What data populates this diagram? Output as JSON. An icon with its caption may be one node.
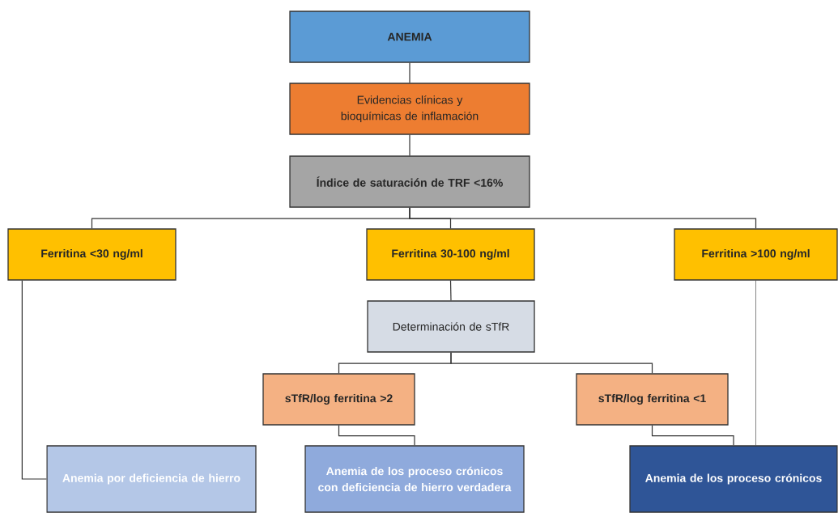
{
  "diagram": {
    "nodes": [
      {
        "text": [
          "ANEMIA"
        ]
      },
      {
        "text": [
          "Evidencias clínicas y bioquímicas de inflamación"
        ]
      },
      {
        "text": [
          "Índice de saturación de TRF <16%"
        ]
      },
      {
        "text": [
          "Ferritina  <30 ng/ml"
        ]
      },
      {
        "text": [
          "Ferritina  30-100 ng/ml"
        ]
      },
      {
        "text": [
          "Ferritina  >100 ng/ml"
        ]
      },
      {
        "text": [
          "Determinación de sTfR"
        ]
      },
      {
        "text": [
          "sTfR/log ferritina >2"
        ]
      },
      {
        "text": [
          "sTfR/log ferritina <1"
        ]
      },
      {
        "text": [
          "Anemia por deficiencia de hierro"
        ]
      },
      {
        "text": [
          "Anemia de los proceso crónicos con deficiencia de hierro verdadera"
        ]
      },
      {
        "text": [
          "Anemia de los proceso crónicos"
        ]
      }
    ],
    "edges": [
      {
        "from": 0,
        "to": 1,
        "arrow": "none"
      },
      {
        "from": 1,
        "to": 2,
        "arrow": "none"
      },
      {
        "from": 2,
        "to": 3,
        "arrow": "none"
      },
      {
        "from": 2,
        "to": 4,
        "arrow": "none"
      },
      {
        "from": 2,
        "to": 5,
        "arrow": "none"
      },
      {
        "from": 3,
        "to": 9,
        "arrow": "none"
      },
      {
        "from": 4,
        "to": 6,
        "arrow": "none"
      },
      {
        "from": 6,
        "to": 7,
        "arrow": "none"
      },
      {
        "from": 6,
        "to": 8,
        "arrow": "none"
      },
      {
        "from": 7,
        "to": 10,
        "arrow": "none"
      },
      {
        "from": 8,
        "to": 11,
        "arrow": "none"
      },
      {
        "from": 5,
        "to": 11,
        "arrow": "none"
      }
    ]
  }
}
